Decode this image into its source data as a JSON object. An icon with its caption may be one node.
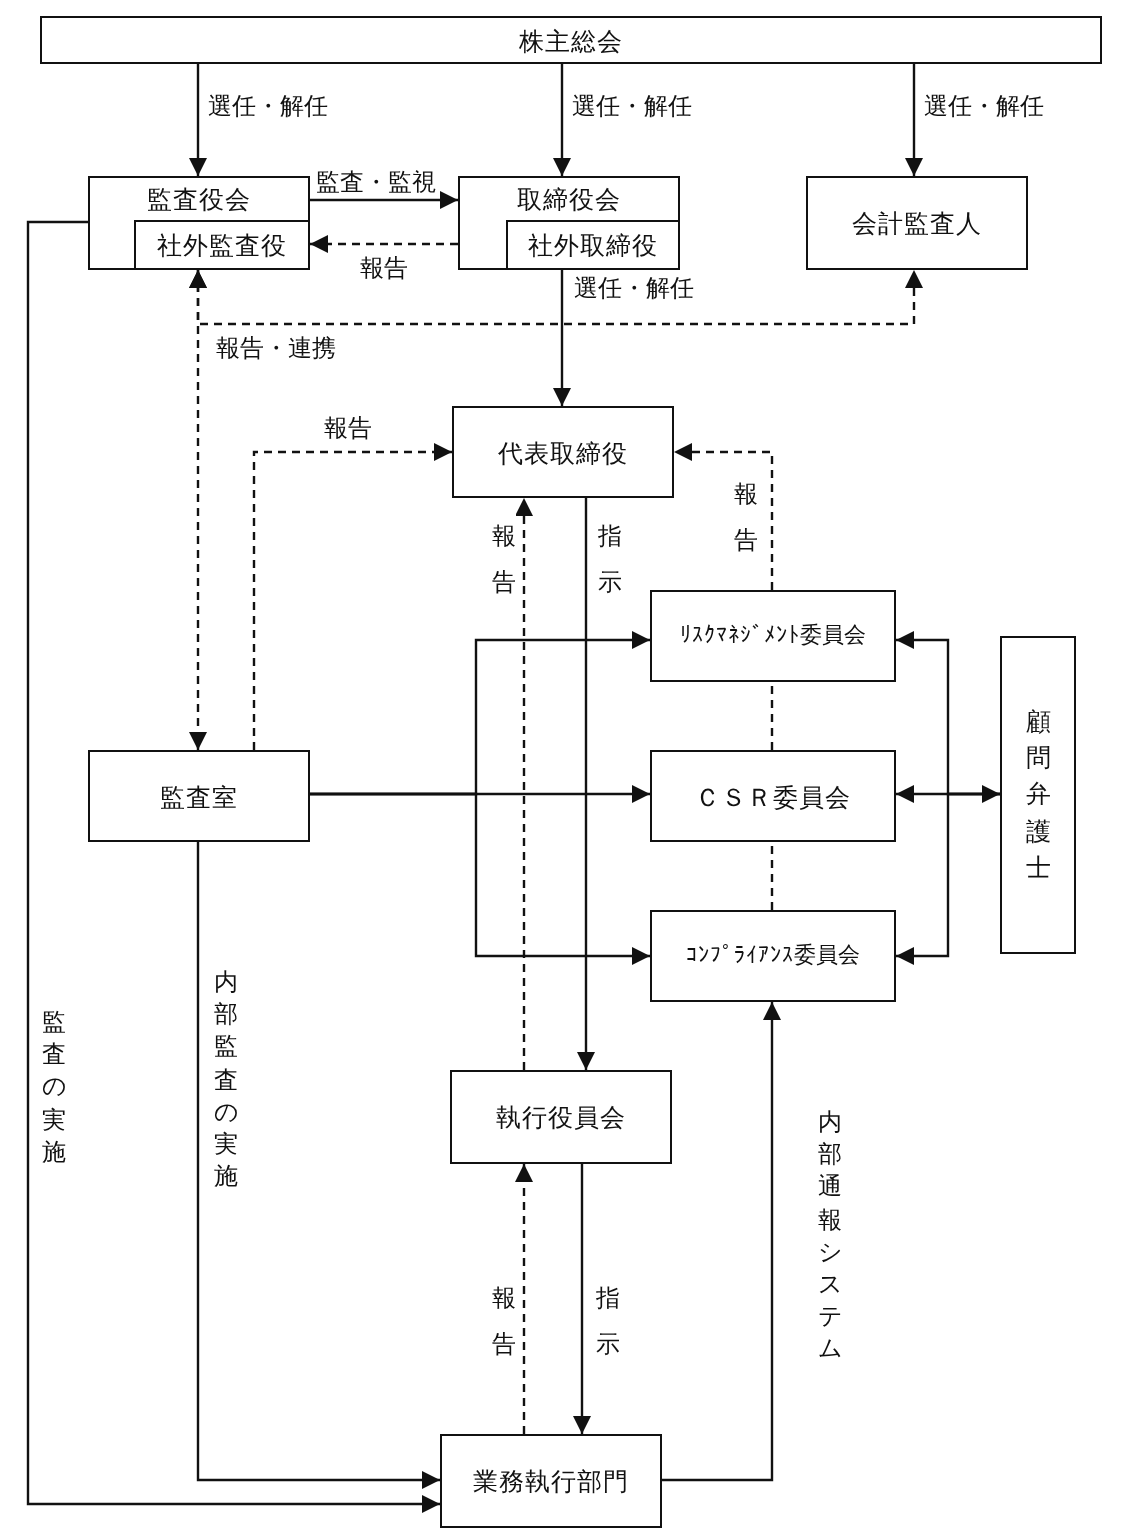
{
  "diagram": {
    "nodes": [
      {
        "text": [
          "株主総会"
        ]
      },
      {
        "text": [
          "監査役会"
        ]
      },
      {
        "text": [
          "社外監査役"
        ],
        "in": 1
      },
      {
        "text": [
          "取締役会"
        ]
      },
      {
        "text": [
          "社外取締役"
        ],
        "in": 3
      },
      {
        "text": [
          "会計監査人"
        ]
      },
      {
        "text": [
          "代表取締役"
        ]
      },
      {
        "text": [
          "ﾘｽｸﾏﾈｼﾞﾒﾝﾄ委員会"
        ]
      },
      {
        "text": [
          "ＣＳＲ委員会"
        ]
      },
      {
        "text": [
          "ｺﾝﾌﾟﾗｲｱﾝｽ委員会"
        ]
      },
      {
        "text": [
          "顧問弁護士"
        ]
      },
      {
        "text": [
          "監査室"
        ]
      },
      {
        "text": [
          "執行役員会"
        ]
      },
      {
        "text": [
          "業務執行部門"
        ]
      }
    ],
    "edges": [
      {
        "from": 0,
        "to": 1,
        "arrow": "to",
        "label": "選任・解任"
      },
      {
        "from": 0,
        "to": 3,
        "arrow": "to",
        "label": "選任・解任"
      },
      {
        "from": 0,
        "to": 5,
        "arrow": "to",
        "label": "選任・解任"
      },
      {
        "from": 1,
        "to": 3,
        "arrow": "to",
        "label": "監査・監視"
      },
      {
        "from": 3,
        "to": 2,
        "arrow": "to",
        "label": "報告",
        "style": "dashed"
      },
      {
        "from": 3,
        "to": 6,
        "arrow": "to",
        "label": "選任・解任"
      },
      {
        "from": 2,
        "to": 5,
        "arrow": "both",
        "label": "報告・連携",
        "style": "dashed"
      },
      {
        "from": 2,
        "to": 11,
        "arrow": "both",
        "style": "dashed"
      },
      {
        "from": 11,
        "to": 6,
        "arrow": "to",
        "label": "報告",
        "style": "dashed"
      },
      {
        "from": 7,
        "to": 6,
        "arrow": "to",
        "label": "報告",
        "style": "dashed"
      },
      {
        "from": 8,
        "to": 7,
        "arrow": "none",
        "style": "dashed"
      },
      {
        "from": 9,
        "to": 8,
        "arrow": "none",
        "style": "dashed"
      },
      {
        "from": 12,
        "to": 6,
        "arrow": "to",
        "label": "報告",
        "style": "dashed"
      },
      {
        "from": 6,
        "to": 12,
        "arrow": "to",
        "label": "指示"
      },
      {
        "from": 11,
        "to": 8,
        "arrow": "to"
      },
      {
        "from": 11,
        "to": 7,
        "arrow": "to"
      },
      {
        "from": 11,
        "to": 9,
        "arrow": "to"
      },
      {
        "from": 10,
        "to": 7,
        "arrow": "to"
      },
      {
        "from": 10,
        "to": 9,
        "arrow": "to"
      },
      {
        "from": 8,
        "to": 10,
        "arrow": "both"
      },
      {
        "from": 12,
        "to": 13,
        "arrow": "to",
        "label": "指示"
      },
      {
        "from": 13,
        "to": 12,
        "arrow": "to",
        "label": "報告",
        "style": "dashed"
      },
      {
        "from": 11,
        "to": 13,
        "arrow": "to",
        "label": "内部監査の実施"
      },
      {
        "from": 1,
        "to": 13,
        "arrow": "to",
        "label": "監査の実施"
      },
      {
        "from": 13,
        "to": 9,
        "arrow": "to",
        "label": "内部通報システム"
      }
    ]
  }
}
